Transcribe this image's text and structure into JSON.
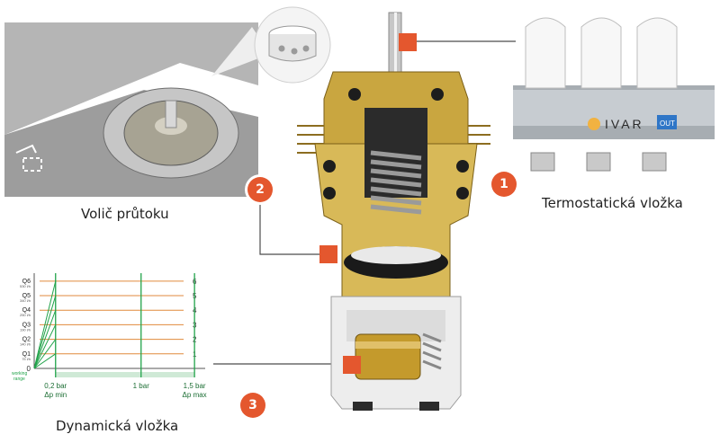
{
  "labels": {
    "flow_selector": "Volič průtoku",
    "thermostatic_insert": "Termostatická vložka",
    "dynamic_insert": "Dynamická vložka"
  },
  "badges": [
    "1",
    "2",
    "3"
  ],
  "brand": {
    "name": "IVAR",
    "tag": "OUT"
  },
  "colors": {
    "accent": "#e4572e",
    "brass": "#c9a640",
    "chart_green": "#21a34a",
    "chart_orange": "#e08a3c"
  },
  "chart_data": {
    "type": "line",
    "y_labels": [
      "Q1",
      "Q2",
      "Q3",
      "Q4",
      "Q5",
      "Q6"
    ],
    "y_values": [
      1,
      2,
      3,
      4,
      5,
      6
    ],
    "sub_labels": [
      "75 l/h",
      "140 l/h",
      "190 l/h",
      "250 l/h",
      "340 l/h",
      "530 l/h"
    ],
    "x_ticks": [
      {
        "value": 0.2,
        "label": "0,2 bar",
        "sublabel": "Δp min"
      },
      {
        "value": 1.0,
        "label": "1 bar",
        "sublabel": ""
      },
      {
        "value": 1.5,
        "label": "1,5 bar",
        "sublabel": "Δp max"
      }
    ],
    "y_zero_label": "0",
    "working_range_label": "working range",
    "xlim": [
      0,
      1.6
    ],
    "ylim": [
      0,
      6.3
    ]
  }
}
